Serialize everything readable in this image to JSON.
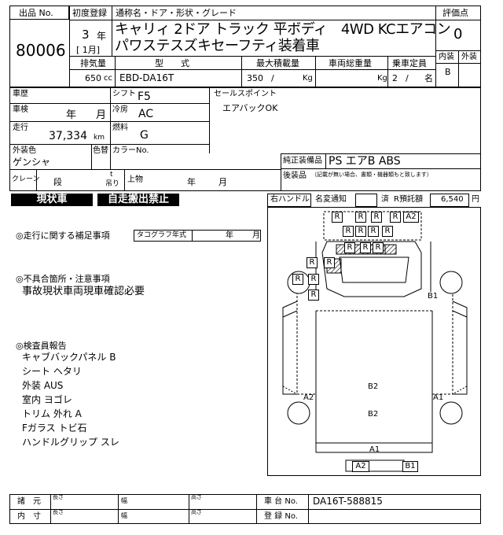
{
  "header": {
    "lot_label": "出品 No.",
    "lot_no": "80006",
    "reg_label": "初度登録",
    "reg_year": "3",
    "reg_year_unit": "年",
    "reg_month": "[ 1月]",
    "name_label": "通称名・ドア・形状・グレード",
    "model_line1": "キャリィ 2ドア トラック 平ボディ　4WD KCエアコン",
    "model_line2": "パワステスズキセーフティ装着車",
    "score_label": "評価点",
    "score": "0",
    "interior_label": "内装",
    "exterior_label": "外装",
    "interior_grade": "B",
    "exterior_grade": ""
  },
  "specs": {
    "displacement_label": "排気量",
    "displacement": "650",
    "displacement_unit": "cc",
    "model_label": "型　　式",
    "model_code": "EBD-DA16T",
    "max_load_label": "最大積載量",
    "max_load": "350",
    "max_load_unit": "Kg",
    "gross_weight_label": "車両総重量",
    "gross_weight_unit": "Kg",
    "capacity_label": "乗車定員",
    "capacity": "2",
    "capacity_unit": "名"
  },
  "details": {
    "history_label": "車歴",
    "shaken_label": "車検",
    "shaken_year": "年",
    "shaken_month": "月",
    "mileage_label": "走行",
    "mileage": "37,334",
    "mileage_unit": "km",
    "shift_label": "シフト",
    "shift": "F5",
    "ac_label": "冷房",
    "ac": "AC",
    "fuel_label": "燃料",
    "fuel": "G",
    "color_label": "外装色",
    "color": "ゲンシャ",
    "color_no_label": "色替",
    "color_code_label": "カラーNo.",
    "crane_label": "クレーン",
    "crane_stage": "段",
    "crane_ton": "t",
    "crane_hook": "吊り",
    "upper_label": "上物",
    "upper_year": "年",
    "upper_month": "月"
  },
  "sales": {
    "label": "セールスポイント",
    "text": "エアバックOK"
  },
  "equipment": {
    "standard_label": "純正装備品",
    "standard": "PS エアB ABS",
    "aftermarket_label": "後装品",
    "aftermarket_note": "（記載が無い場合、書類・機器類もと致します）"
  },
  "status": {
    "as_is": "現状車",
    "no_self_drive": "自走搬出禁止",
    "handle": "右ハンドル",
    "name_change_label": "名変通知",
    "fee_prefix": "済",
    "recycle_label": "R預託額",
    "recycle_fee": "6,540",
    "recycle_unit": "円"
  },
  "remarks": {
    "driving_label": "◎走行に関する補足事項",
    "tacho_label": "タコグラフ年式",
    "tacho_year": "年",
    "tacho_month": "月",
    "defect_label": "◎不具合箇所・注意事項",
    "defect_text": "事故現状車両現車確認必要",
    "inspector_label": "◎検査員報告",
    "inspector_lines": [
      "キャブバックパネル B",
      "シート ヘタリ",
      "外装 AUS",
      "室内 ヨゴレ",
      "トリム 外れ A",
      "Fガラス トビ石",
      "ハンドルグリップ スレ"
    ]
  },
  "diagram_marks": {
    "r": "R",
    "a2": "A2",
    "b1": "B1",
    "b2": "B2",
    "a1": "A1"
  },
  "footer": {
    "dims_label": "諸　元",
    "length_label": "長さ",
    "width_label": "幅",
    "height_label": "高さ",
    "interior_size_label": "内　寸",
    "chassis_label": "車 台 No.",
    "chassis": "DA16T-588815",
    "registration_label": "登 録 No."
  }
}
